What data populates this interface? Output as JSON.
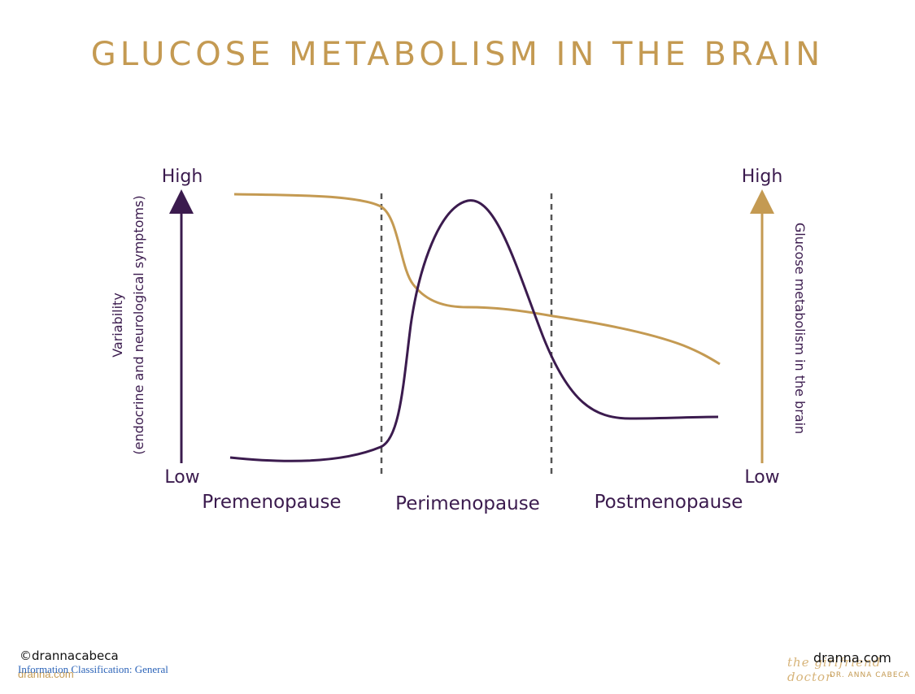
{
  "title": "GLUCOSE METABOLISM IN THE BRAIN",
  "colors": {
    "purple": "#3b1b4e",
    "gold": "#c49a52",
    "dash": "#555555"
  },
  "diagram": {
    "left_axis": {
      "high_label": "High",
      "low_label": "Low",
      "title_line1": "Variability",
      "title_line2": "(endocrine and neurological symptoms)"
    },
    "right_axis": {
      "high_label": "High",
      "low_label": "Low",
      "title": "Glucose metabolism in the brain"
    },
    "stages": [
      "Premenopause",
      "Perimenopause",
      "Postmenopause"
    ]
  },
  "footer": {
    "credit": "©drannacabeca",
    "classification": "Information Classification: General",
    "site_small": "dranna.com",
    "site_right": "dranna.com",
    "script_text": "the girlfriend doctor",
    "doctor_name": "DR. ANNA CABECA"
  }
}
